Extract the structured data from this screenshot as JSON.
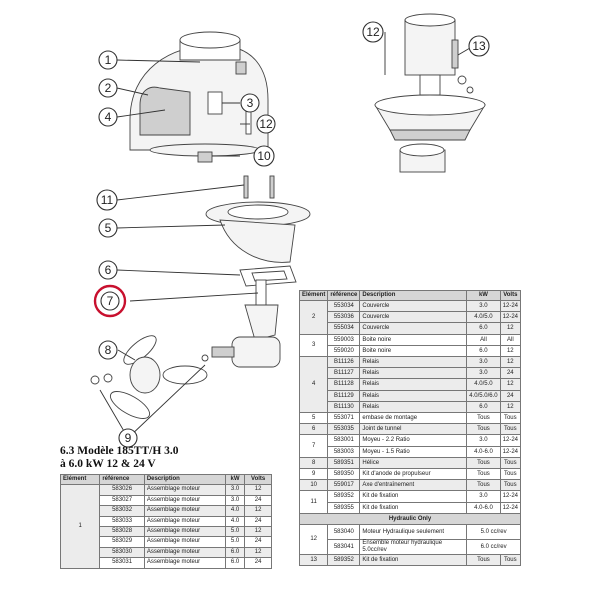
{
  "callouts": {
    "c1": "1",
    "c2": "2",
    "c3": "3",
    "c4": "4",
    "c5": "5",
    "c6": "6",
    "c7": "7",
    "c8": "8",
    "c9": "9",
    "c10": "10",
    "c11": "11",
    "c12a": "12",
    "c12b": "12",
    "c13": "13"
  },
  "highlight_color": "#c8102e",
  "subtitle": {
    "line1": "6.3 Modèle 185TT/H 3.0",
    "line2": "à 6.0 kW 12 & 24 V"
  },
  "main_table": {
    "headers": [
      "Elément",
      "référence",
      "Description",
      "kW",
      "Volts"
    ],
    "groups": [
      {
        "element": "2",
        "rows": [
          [
            "553034",
            "Couvercle",
            "3.0",
            "12-24"
          ],
          [
            "553036",
            "Couvercle",
            "4.0/5.0",
            "12-24"
          ],
          [
            "555034",
            "Couvercle",
            "6.0",
            "12"
          ]
        ]
      },
      {
        "element": "3",
        "rows": [
          [
            "559003",
            "Boite noire",
            "All",
            "All"
          ],
          [
            "559020",
            "Boite noire",
            "6.0",
            "12"
          ]
        ]
      },
      {
        "element": "4",
        "rows": [
          [
            "B11126",
            "Relais",
            "3.0",
            "12"
          ],
          [
            "B11127",
            "Relais",
            "3.0",
            "24"
          ],
          [
            "B11128",
            "Relais",
            "4.0/5.0",
            "12"
          ],
          [
            "B11129",
            "Relais",
            "4.0/5.0/6.0",
            "24"
          ],
          [
            "B11130",
            "Relais",
            "6.0",
            "12"
          ]
        ]
      },
      {
        "element": "5",
        "rows": [
          [
            "553071",
            "embase de montage",
            "Tous",
            "Tous"
          ]
        ]
      },
      {
        "element": "6",
        "rows": [
          [
            "553035",
            "Joint de tunnel",
            "Tous",
            "Tous"
          ]
        ]
      },
      {
        "element": "7",
        "rows": [
          [
            "583001",
            "Moyeu - 2.2 Ratio",
            "3.0",
            "12-24"
          ],
          [
            "583003",
            "Moyeu - 1.5 Ratio",
            "4.0-6.0",
            "12-24"
          ]
        ]
      },
      {
        "element": "8",
        "rows": [
          [
            "589351",
            "Hélice",
            "Tous",
            "Tous"
          ]
        ]
      },
      {
        "element": "9",
        "rows": [
          [
            "589350",
            "Kit d'anode de propulseur",
            "Tous",
            "Tous"
          ]
        ]
      },
      {
        "element": "10",
        "rows": [
          [
            "559017",
            "Axe d'entraînement",
            "Tous",
            "Tous"
          ]
        ]
      },
      {
        "element": "11",
        "rows": [
          [
            "589352",
            "Kit de fixation",
            "3.0",
            "12-24"
          ],
          [
            "589355",
            "Kit de fixation",
            "4.0-6.0",
            "12-24"
          ]
        ]
      }
    ],
    "hydraulic_label": "Hydraulic Only",
    "hydraulic_group": {
      "element": "12",
      "rows": [
        [
          "583040",
          "Moteur Hydraulique seulement",
          "5.0 cc/rev"
        ],
        [
          "583041",
          "Ensemble moteur hydraulique 5.0cc/rev",
          "6.0 cc/rev"
        ]
      ]
    },
    "last_row": [
      "13",
      "589352",
      "Kit de fixation",
      "Tous",
      "Tous"
    ]
  },
  "left_table": {
    "headers": [
      "Elément",
      "référence",
      "Description",
      "kW",
      "Volts"
    ],
    "element": "1",
    "rows": [
      [
        "583026",
        "Assemblage moteur",
        "3.0",
        "12"
      ],
      [
        "583027",
        "Assemblage moteur",
        "3.0",
        "24"
      ],
      [
        "583032",
        "Assemblage moteur",
        "4.0",
        "12"
      ],
      [
        "583033",
        "Assemblage moteur",
        "4.0",
        "24"
      ],
      [
        "583028",
        "Assemblage moteur",
        "5.0",
        "12"
      ],
      [
        "583029",
        "Assemblage moteur",
        "5.0",
        "24"
      ],
      [
        "583030",
        "Assemblage moteur",
        "6.0",
        "12"
      ],
      [
        "583031",
        "Assemblage moteur",
        "6.0",
        "24"
      ]
    ]
  }
}
